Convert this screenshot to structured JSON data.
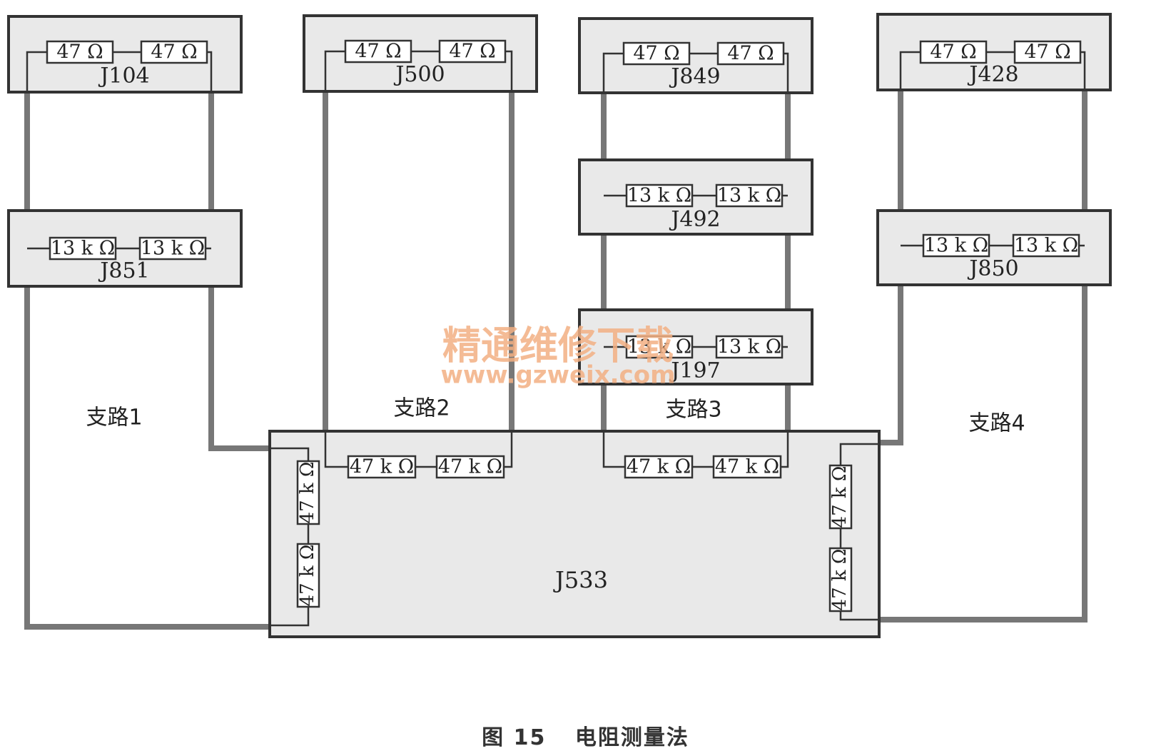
{
  "colors": {
    "wire": "#777777",
    "box_fill": "#e9e9e9",
    "box_stroke": "#333333",
    "res_fill": "#ffffff",
    "text": "#222222",
    "watermark": "#f3b083"
  },
  "modules": [
    {
      "id": "J104",
      "label": "J104",
      "resistors": [
        "47  Ω",
        "47  Ω"
      ]
    },
    {
      "id": "J500",
      "label": "J500",
      "resistors": [
        "47  Ω",
        "47  Ω"
      ]
    },
    {
      "id": "J849",
      "label": "J849",
      "resistors": [
        "47  Ω",
        "47  Ω"
      ]
    },
    {
      "id": "J428",
      "label": "J428",
      "resistors": [
        "47  Ω",
        "47  Ω"
      ]
    },
    {
      "id": "J851",
      "label": "J851",
      "resistors": [
        "13 k Ω",
        "13 k Ω"
      ]
    },
    {
      "id": "J492",
      "label": "J492",
      "resistors": [
        "13 k Ω",
        "13 k Ω"
      ]
    },
    {
      "id": "J850",
      "label": "J850",
      "resistors": [
        "13 k Ω",
        "13 k Ω"
      ]
    },
    {
      "id": "J197",
      "label": "J197",
      "resistors": [
        "13 k Ω",
        "13 k Ω"
      ]
    }
  ],
  "gateway": {
    "label": "J533",
    "top_left_resistors": [
      "47 k Ω",
      "47 k Ω"
    ],
    "top_right_resistors": [
      "47 k Ω",
      "47 k Ω"
    ],
    "left_resistors": [
      "47 k Ω",
      "47 k Ω"
    ],
    "right_resistors": [
      "47 k Ω",
      "47 k Ω"
    ]
  },
  "branches": [
    "支路1",
    "支路2",
    "支路3",
    "支路4"
  ],
  "watermark": {
    "line1": "精通维修下载",
    "line2": "www.gzweix.com"
  },
  "caption": {
    "figure": "图 15",
    "title": "电阻测量法"
  }
}
